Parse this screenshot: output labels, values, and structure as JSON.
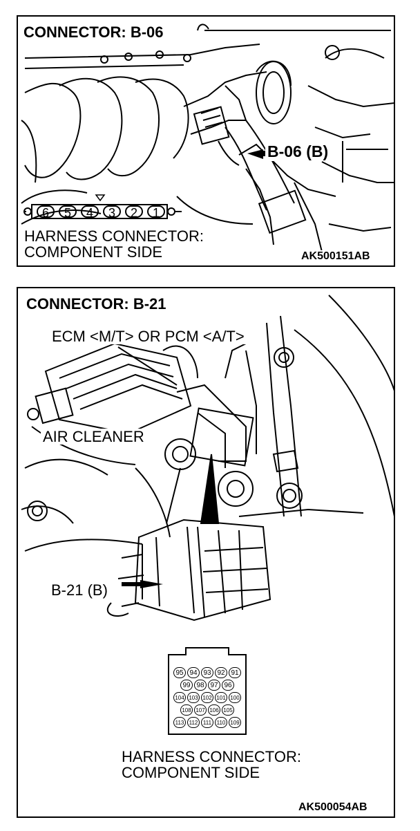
{
  "panel1": {
    "title": "CONNECTOR: B-06",
    "callout": "B-06 (B)",
    "pins": [
      "6",
      "5",
      "4",
      "3",
      "2",
      "1"
    ],
    "harness_line1": "HARNESS CONNECTOR:",
    "harness_line2": "COMPONENT SIDE",
    "code": "AK500151AB"
  },
  "panel2": {
    "title": "CONNECTOR: B-21",
    "ecm_label": "ECM <M/T> OR PCM <A/T>",
    "air_cleaner_label": "AIR CLEANER",
    "callout": "B-21 (B)",
    "pin_rows": [
      [
        "95",
        "94",
        "93",
        "92",
        "91"
      ],
      [
        "99",
        "98",
        "97",
        "96"
      ],
      [
        "104",
        "103",
        "102",
        "101",
        "100"
      ],
      [
        "108",
        "107",
        "106",
        "105"
      ],
      [
        "113",
        "112",
        "111",
        "110",
        "109"
      ]
    ],
    "harness_line1": "HARNESS CONNECTOR:",
    "harness_line2": "COMPONENT SIDE",
    "code": "AK500054AB"
  }
}
